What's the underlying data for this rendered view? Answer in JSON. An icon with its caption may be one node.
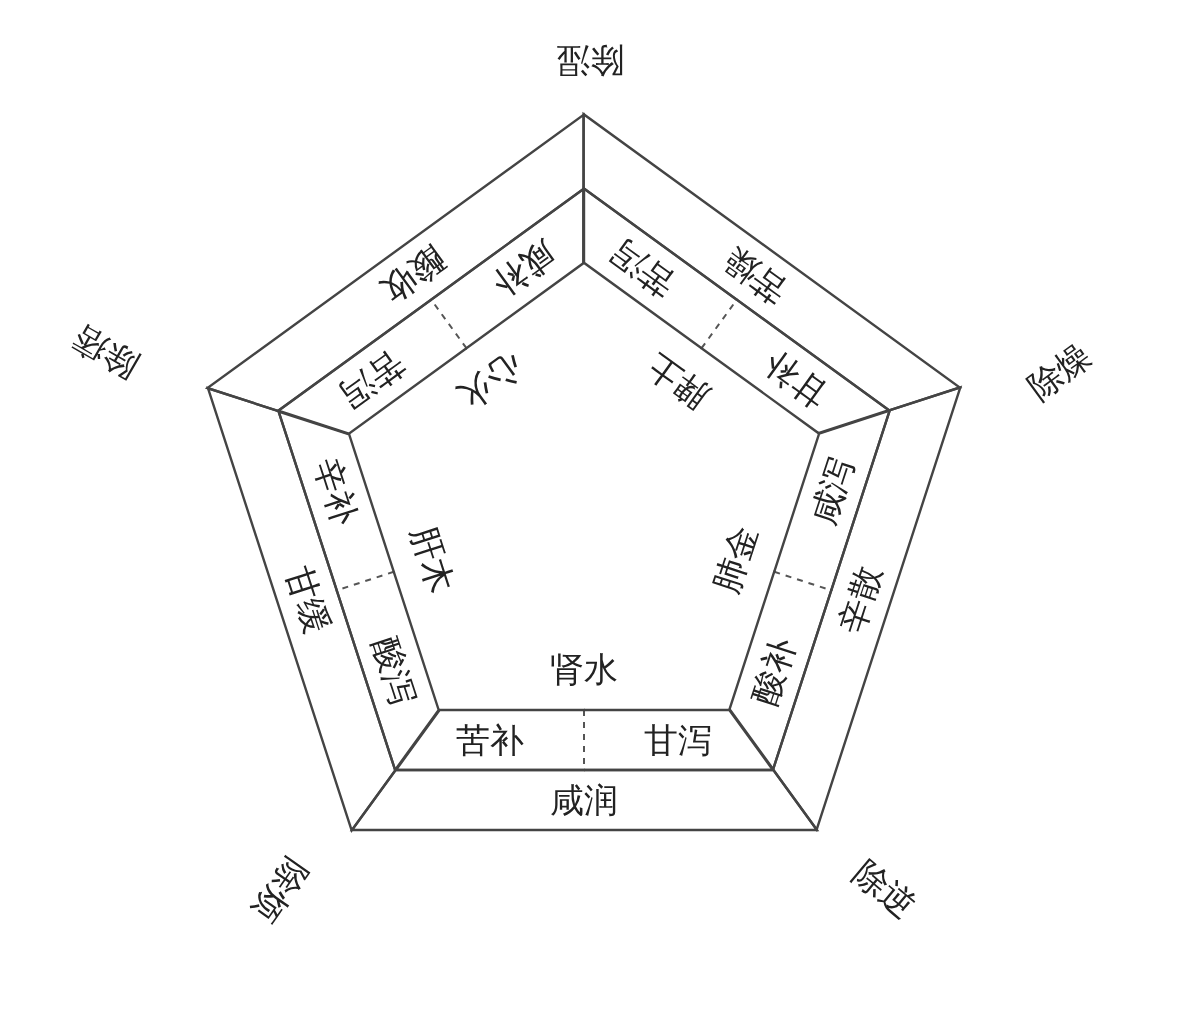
{
  "diagram": {
    "nodes": [
      {
        "text": [
          "酸收"
        ]
      },
      {
        "text": [
          "咸补"
        ]
      },
      {
        "text": [
          "苦泻"
        ]
      },
      {
        "text": [
          "苦燥"
        ]
      },
      {
        "text": [
          "甘补"
        ]
      },
      {
        "text": [
          "苦泻"
        ]
      },
      {
        "text": [
          "辛散"
        ]
      },
      {
        "text": [
          "酸补"
        ]
      },
      {
        "text": [
          "咸泻"
        ]
      },
      {
        "text": [
          "咸润"
        ]
      },
      {
        "text": [
          "苦补"
        ]
      },
      {
        "text": [
          "甘泻"
        ]
      },
      {
        "text": [
          "甘缓"
        ]
      },
      {
        "text": [
          "辛补"
        ]
      },
      {
        "text": [
          "酸泻"
        ]
      }
    ],
    "edges": [],
    "labels": [
      "除湿",
      "除痞",
      "心火",
      "脾土",
      "除燥",
      "肝木",
      "肺金",
      "肾水",
      "除烦",
      "除逆"
    ]
  }
}
